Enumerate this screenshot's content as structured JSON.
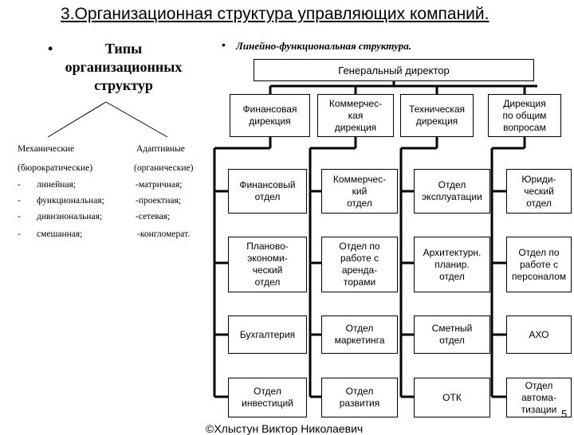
{
  "title": "3.Организационная структура управляющих компаний.",
  "left_panel": {
    "bullet": "•",
    "heading": "Типы организационных структур",
    "col1_header": [
      "Механические",
      "(бюрократические)"
    ],
    "col2_header": [
      "Адаптивные",
      "(органические)"
    ],
    "col1_items": [
      "линейная;",
      "функциональная;",
      "дивизиональная;",
      "смешанная;"
    ],
    "col2_items": [
      "-матричная;",
      "-проектная;",
      "-сетевая;",
      "-конгломерат."
    ],
    "dash": "-"
  },
  "right_panel": {
    "bullet": "•",
    "heading": "Линейно-функциональная структура.",
    "ceo": "Генеральный директор",
    "directorates": [
      "Финансовая\nдирекция",
      "Коммерчес-\nкая\nдирекция",
      "Техническая\nдирекция",
      "Дирекция\nпо общим\nвопросам"
    ],
    "departments": [
      [
        "Финансовый\nотдел",
        "Планово-\nэкономи-\nческий\nотдел",
        "Бухгалтерия",
        "Отдел\nинвестиций"
      ],
      [
        "Коммерчес-\nкий\nотдел",
        "Отдел по\nработе с\nаренда-\nторами",
        "Отдел\nмаркетинга",
        "Отдел\nразвития"
      ],
      [
        "Отдел\nэксплуатации",
        "Архитектурн.\nпланир.\nотдел",
        "Сметный\nотдел",
        "ОТК"
      ],
      [
        "Юриди-\nческий\nотдел",
        "Отдел по\nработе с\nперсоналом",
        "АХО",
        "Отдел\nавтома-\nтизации"
      ]
    ]
  },
  "footer": "©Хлыстун Виктор Николаевич",
  "page_number": "5"
}
